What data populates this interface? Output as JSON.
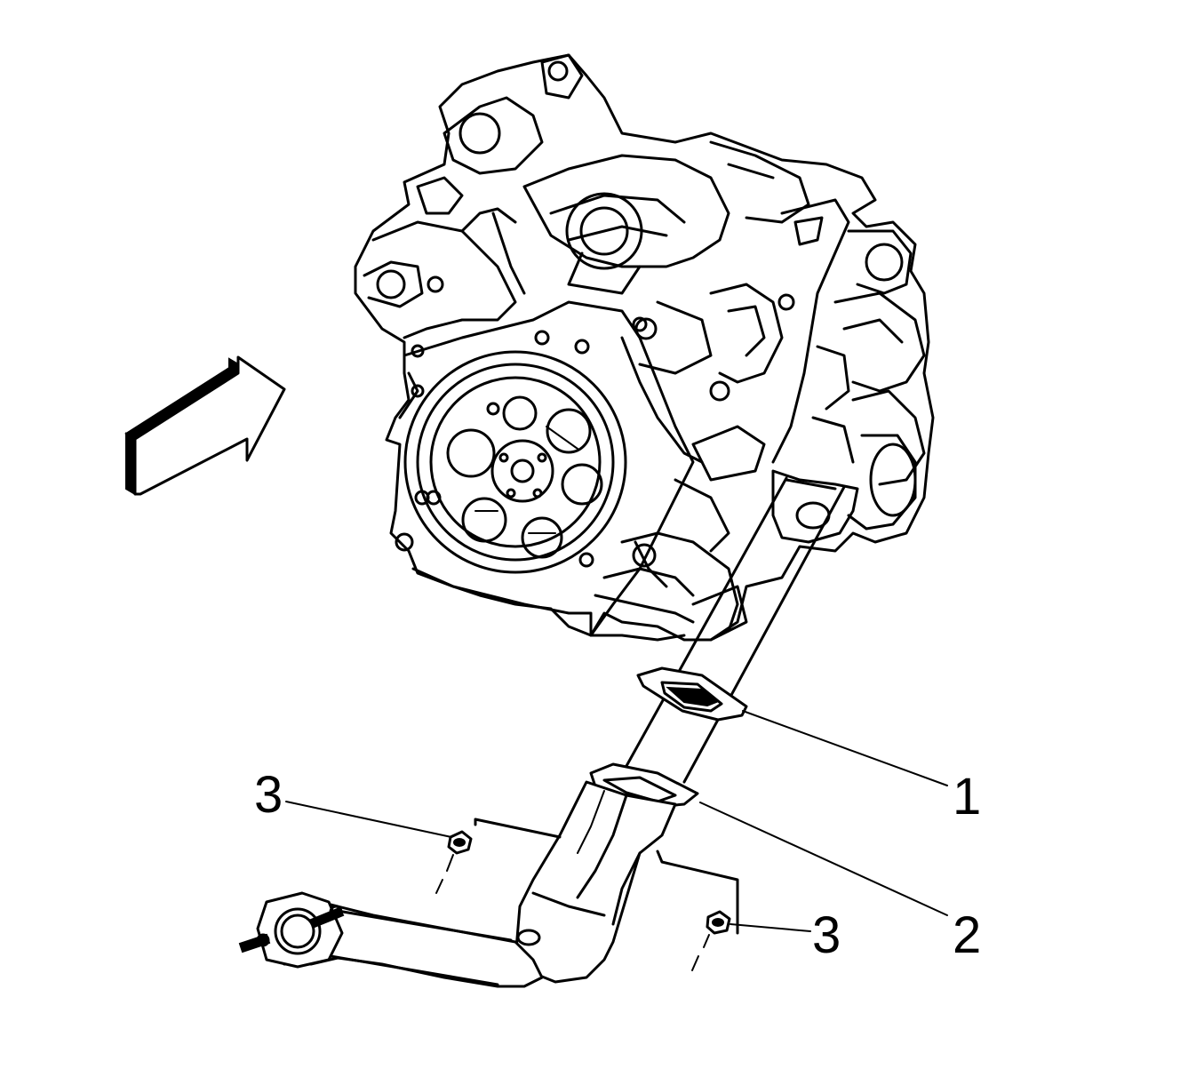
{
  "callouts": {
    "c1": "1",
    "c2": "2",
    "c3_left": "3",
    "c3_right": "3"
  },
  "colors": {
    "line": "#000000",
    "background": "#ffffff"
  }
}
